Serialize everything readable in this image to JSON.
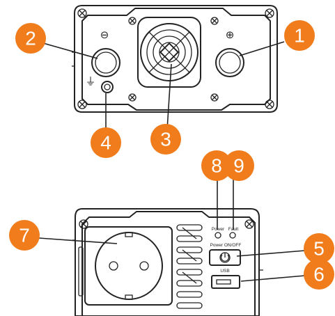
{
  "colors": {
    "callout": "#f07c1b",
    "line": "#222222",
    "background": "#ffffff"
  },
  "callouts": [
    {
      "id": "1",
      "label": "1"
    },
    {
      "id": "2",
      "label": "2"
    },
    {
      "id": "3",
      "label": "3"
    },
    {
      "id": "4",
      "label": "4"
    },
    {
      "id": "5",
      "label": "5"
    },
    {
      "id": "6",
      "label": "6"
    },
    {
      "id": "7",
      "label": "7"
    },
    {
      "id": "8",
      "label": "8"
    },
    {
      "id": "9",
      "label": "9"
    }
  ],
  "front_panel": {
    "negative_symbol": "⊖",
    "positive_symbol": "⊕",
    "ground_symbol": "⏚"
  },
  "rear_panel": {
    "led_power_label": "Power",
    "led_fault_label": "Fault",
    "switch_label": "Power ON/OFF",
    "switch_icon": "power-icon",
    "usb_label": "USB"
  }
}
